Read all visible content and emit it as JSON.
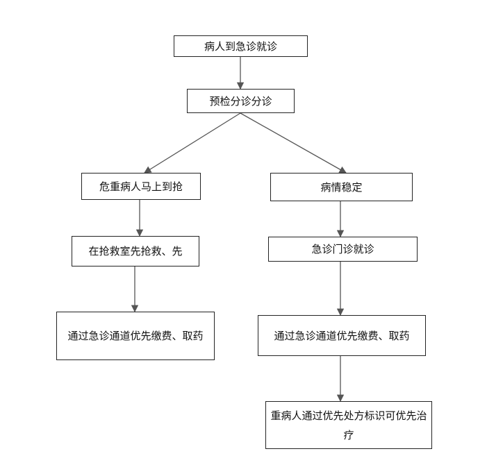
{
  "diagram": {
    "line_color": "#555555",
    "nodes": {
      "arrive": "病人到急诊就诊",
      "triage": "预检分诊分诊",
      "critical": "危重病人马上到抢",
      "stable": "病情稳定",
      "rescue_room": "在抢救室先抢救、先",
      "outpatient": "急诊门诊就诊",
      "left_priority": "通过急诊通道优先缴费、取药",
      "right_priority": "通过急诊通道优先缴费、取药",
      "severe_mark": "重病人通过优先处方标识可优先治疗"
    }
  }
}
